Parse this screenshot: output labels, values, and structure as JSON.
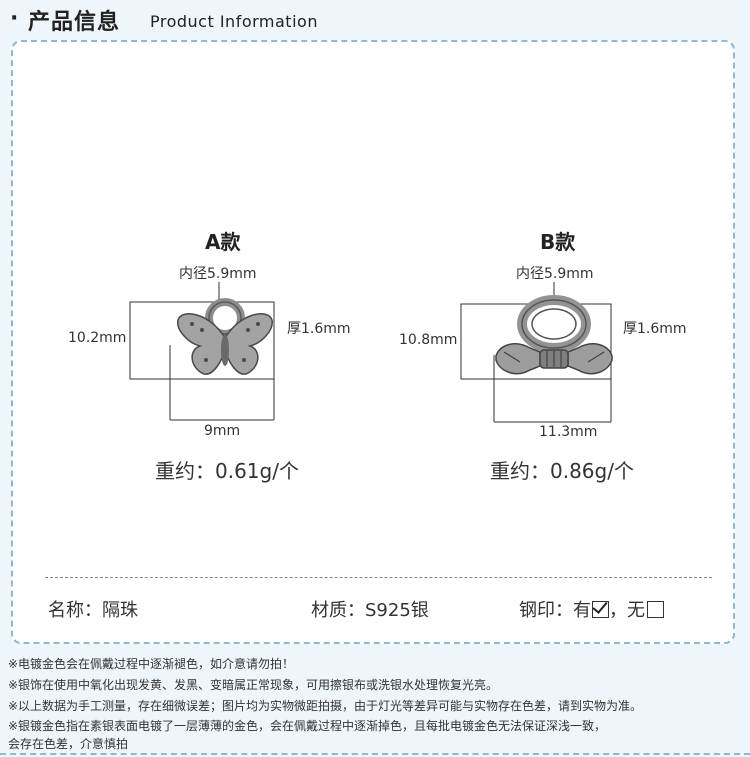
{
  "header": {
    "dot": "·",
    "title_cn": "产品信息",
    "title_en": "Product Information"
  },
  "product_a": {
    "label": "A款",
    "inner_diameter": "内径5.9mm",
    "height": "10.2mm",
    "thickness": "厚1.6mm",
    "width": "9mm",
    "weight": "重约：0.61g/个"
  },
  "product_b": {
    "label": "B款",
    "inner_diameter": "内径5.9mm",
    "height": "10.8mm",
    "thickness": "厚1.6mm",
    "width": "11.3mm",
    "weight": "重约：0.86g/个"
  },
  "specs": {
    "name": "名称：隔珠",
    "material": "材质：S925银",
    "stamp_label": "钢印：有",
    "stamp_sep": "，无"
  },
  "notes": [
    "※电镀金色会在佩戴过程中逐渐褪色，如介意请勿拍！",
    "※银饰在使用中氧化出现发黄、发黑、变暗属正常现象，可用擦银布或洗银水处理恢复光亮。",
    "※以上数据为手工测量，存在细微误差；图片均为实物微距拍摄，由于灯光等差异可能与实物存在色差，请到实物为准。",
    "※银镀金色指在素银表面电镀了一层薄薄的金色，会在佩戴过程中逐渐掉色，且每批电镀金色无法保证深浅一致，",
    "会存在色差，介意慎拍"
  ],
  "colors": {
    "background": "#eef6fb",
    "border": "#8fb7d6",
    "silver": "#9a9a9a"
  }
}
